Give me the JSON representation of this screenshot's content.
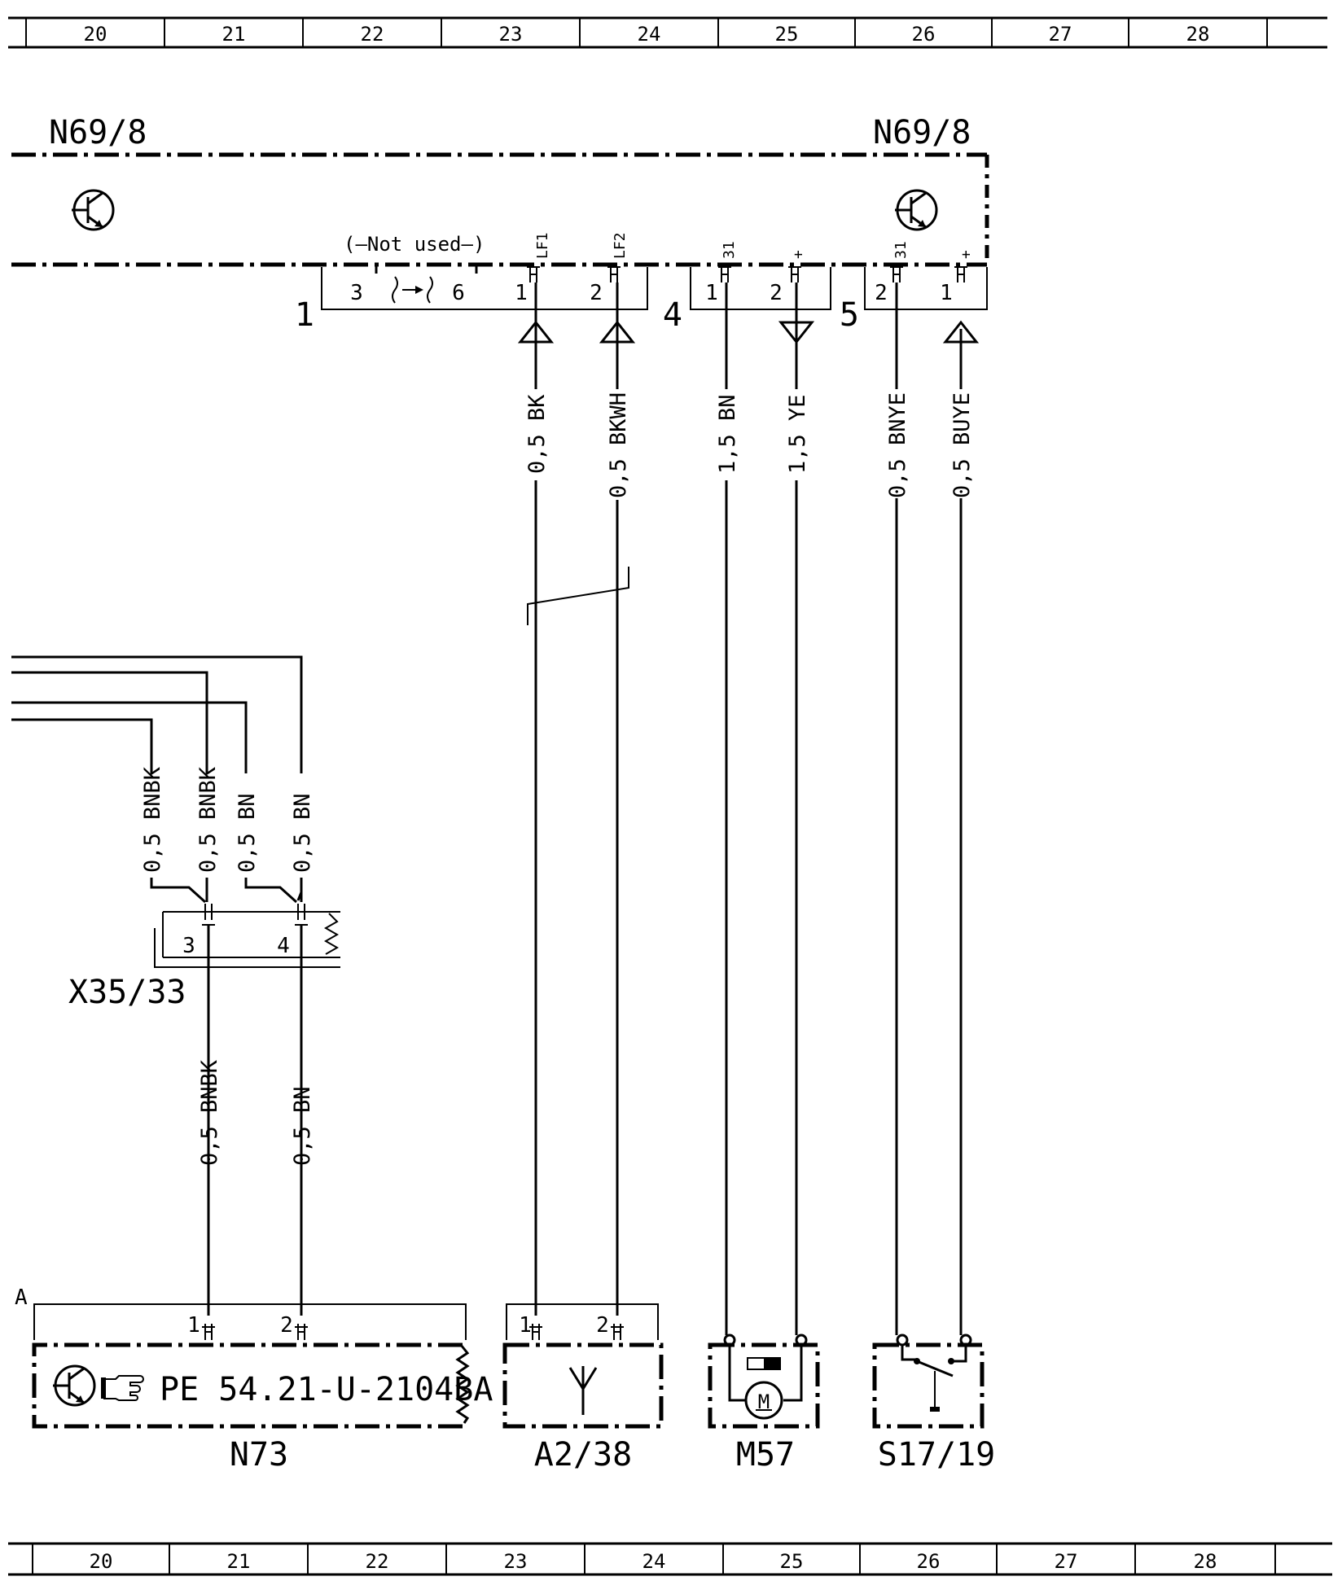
{
  "grid_numbers": [
    "20",
    "21",
    "22",
    "23",
    "24",
    "25",
    "26",
    "27",
    "28"
  ],
  "components": {
    "n69_left": "N69/8",
    "n69_right": "N69/8",
    "x35": "X35/33",
    "n73": "N73",
    "a2": "A2/38",
    "m57": "M57",
    "s17": "S17/19"
  },
  "connectors": {
    "c1": "1",
    "c4": "4",
    "c5": "5",
    "n73_corner": "A"
  },
  "not_used": "(—Not used—)",
  "pins": {
    "p3": "3",
    "p6": "6",
    "lf1_num": "1",
    "lf1_name": "LF1",
    "lf2_num": "2",
    "lf2_name": "LF2",
    "c4_p1": "1",
    "c4_p1_name": "31",
    "c4_p2": "2",
    "c4_p2_name": "+",
    "c5_p2": "2",
    "c5_p2_name": "31",
    "c5_p1": "1",
    "c5_p1_name": "+",
    "x35_p3": "3",
    "x35_p4": "4",
    "n73_p1": "1",
    "n73_p2": "2",
    "a2_p1": "1",
    "a2_p2": "2"
  },
  "wires": {
    "w_bk": "0,5 BK",
    "w_bkwh": "0,5 BKWH",
    "w_bn15": "1,5 BN",
    "w_ye15": "1,5 YE",
    "w_bnye": "0,5 BNYE",
    "w_buye": "0,5 BUYE",
    "w_bnbk1": "0,5 BNBK",
    "w_bnbk2": "0,5 BNBK",
    "w_bn1": "0,5 BN",
    "w_bn2": "0,5 BN",
    "w_bnbk_low": "0,5 BNBK",
    "w_bn_low": "0,5 BN"
  },
  "reference": "PE 54.21-U-2104BA",
  "icons": [
    "transistor-icon",
    "pointing-hand-icon",
    "antenna-icon",
    "motor-icon",
    "switch-icon",
    "connector-symbol"
  ]
}
